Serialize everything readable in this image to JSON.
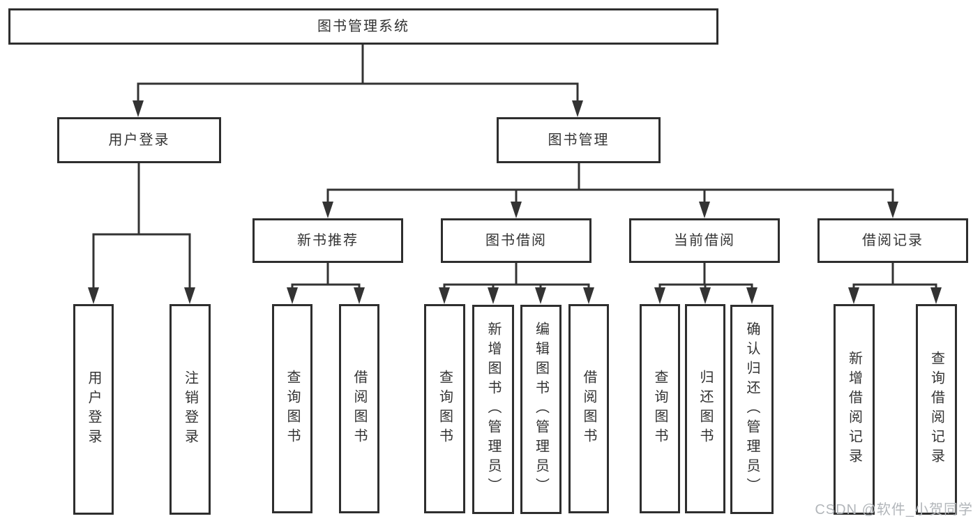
{
  "root": {
    "label": "图书管理系统"
  },
  "level2": [
    {
      "id": "user-login",
      "label": "用户登录"
    },
    {
      "id": "book-management",
      "label": "图书管理"
    }
  ],
  "level3": [
    {
      "id": "new-book-recommend",
      "label": "新书推荐"
    },
    {
      "id": "book-borrow",
      "label": "图书借阅"
    },
    {
      "id": "current-borrow",
      "label": "当前借阅"
    },
    {
      "id": "borrow-records",
      "label": "借阅记录"
    }
  ],
  "leaves": [
    {
      "parent": "用户登录",
      "label": "用户登录"
    },
    {
      "parent": "用户登录",
      "label": "注销登录"
    },
    {
      "parent": "新书推荐",
      "label": "查询图书"
    },
    {
      "parent": "新书推荐",
      "label": "借阅图书"
    },
    {
      "parent": "图书借阅",
      "label": "查询图书"
    },
    {
      "parent": "图书借阅",
      "label": "新增图书（管理员）"
    },
    {
      "parent": "图书借阅",
      "label": "编辑图书（管理员）"
    },
    {
      "parent": "图书借阅",
      "label": "借阅图书"
    },
    {
      "parent": "当前借阅",
      "label": "查询图书"
    },
    {
      "parent": "当前借阅",
      "label": "归还图书"
    },
    {
      "parent": "当前借阅",
      "label": "确认归还（管理员）"
    },
    {
      "parent": "借阅记录",
      "label": "新增借阅记录"
    },
    {
      "parent": "借阅记录",
      "label": "查询借阅记录"
    }
  ],
  "watermark": {
    "text": "CSDN @软件_小贺同学"
  },
  "colors": {
    "line": "#333333",
    "box_border": "#2e2e2e",
    "text": "#333333",
    "watermark": "#b2b6ba",
    "background": "#ffffff"
  }
}
